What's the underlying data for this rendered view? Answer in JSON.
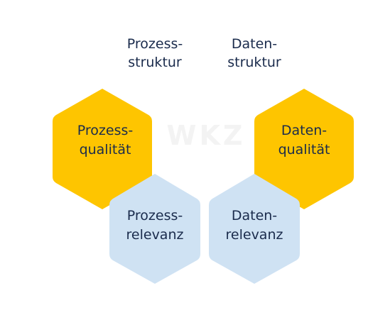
{
  "watermark": "WKZ",
  "colors": {
    "yellow": "#fec500",
    "blue": "#cfe2f3",
    "text": "#1a2b4c"
  },
  "labels": {
    "prozessstruktur": [
      "Prozess-",
      "struktur"
    ],
    "datenstruktur": [
      "Daten-",
      "struktur"
    ]
  },
  "hexagons": {
    "prozessqualitaet": [
      "Prozess-",
      "qualität"
    ],
    "datenqualitaet": [
      "Daten-",
      "qualität"
    ],
    "prozessrelevanz": [
      "Prozess-",
      "relevanz"
    ],
    "datenrelevanz": [
      "Daten-",
      "relevanz"
    ]
  }
}
